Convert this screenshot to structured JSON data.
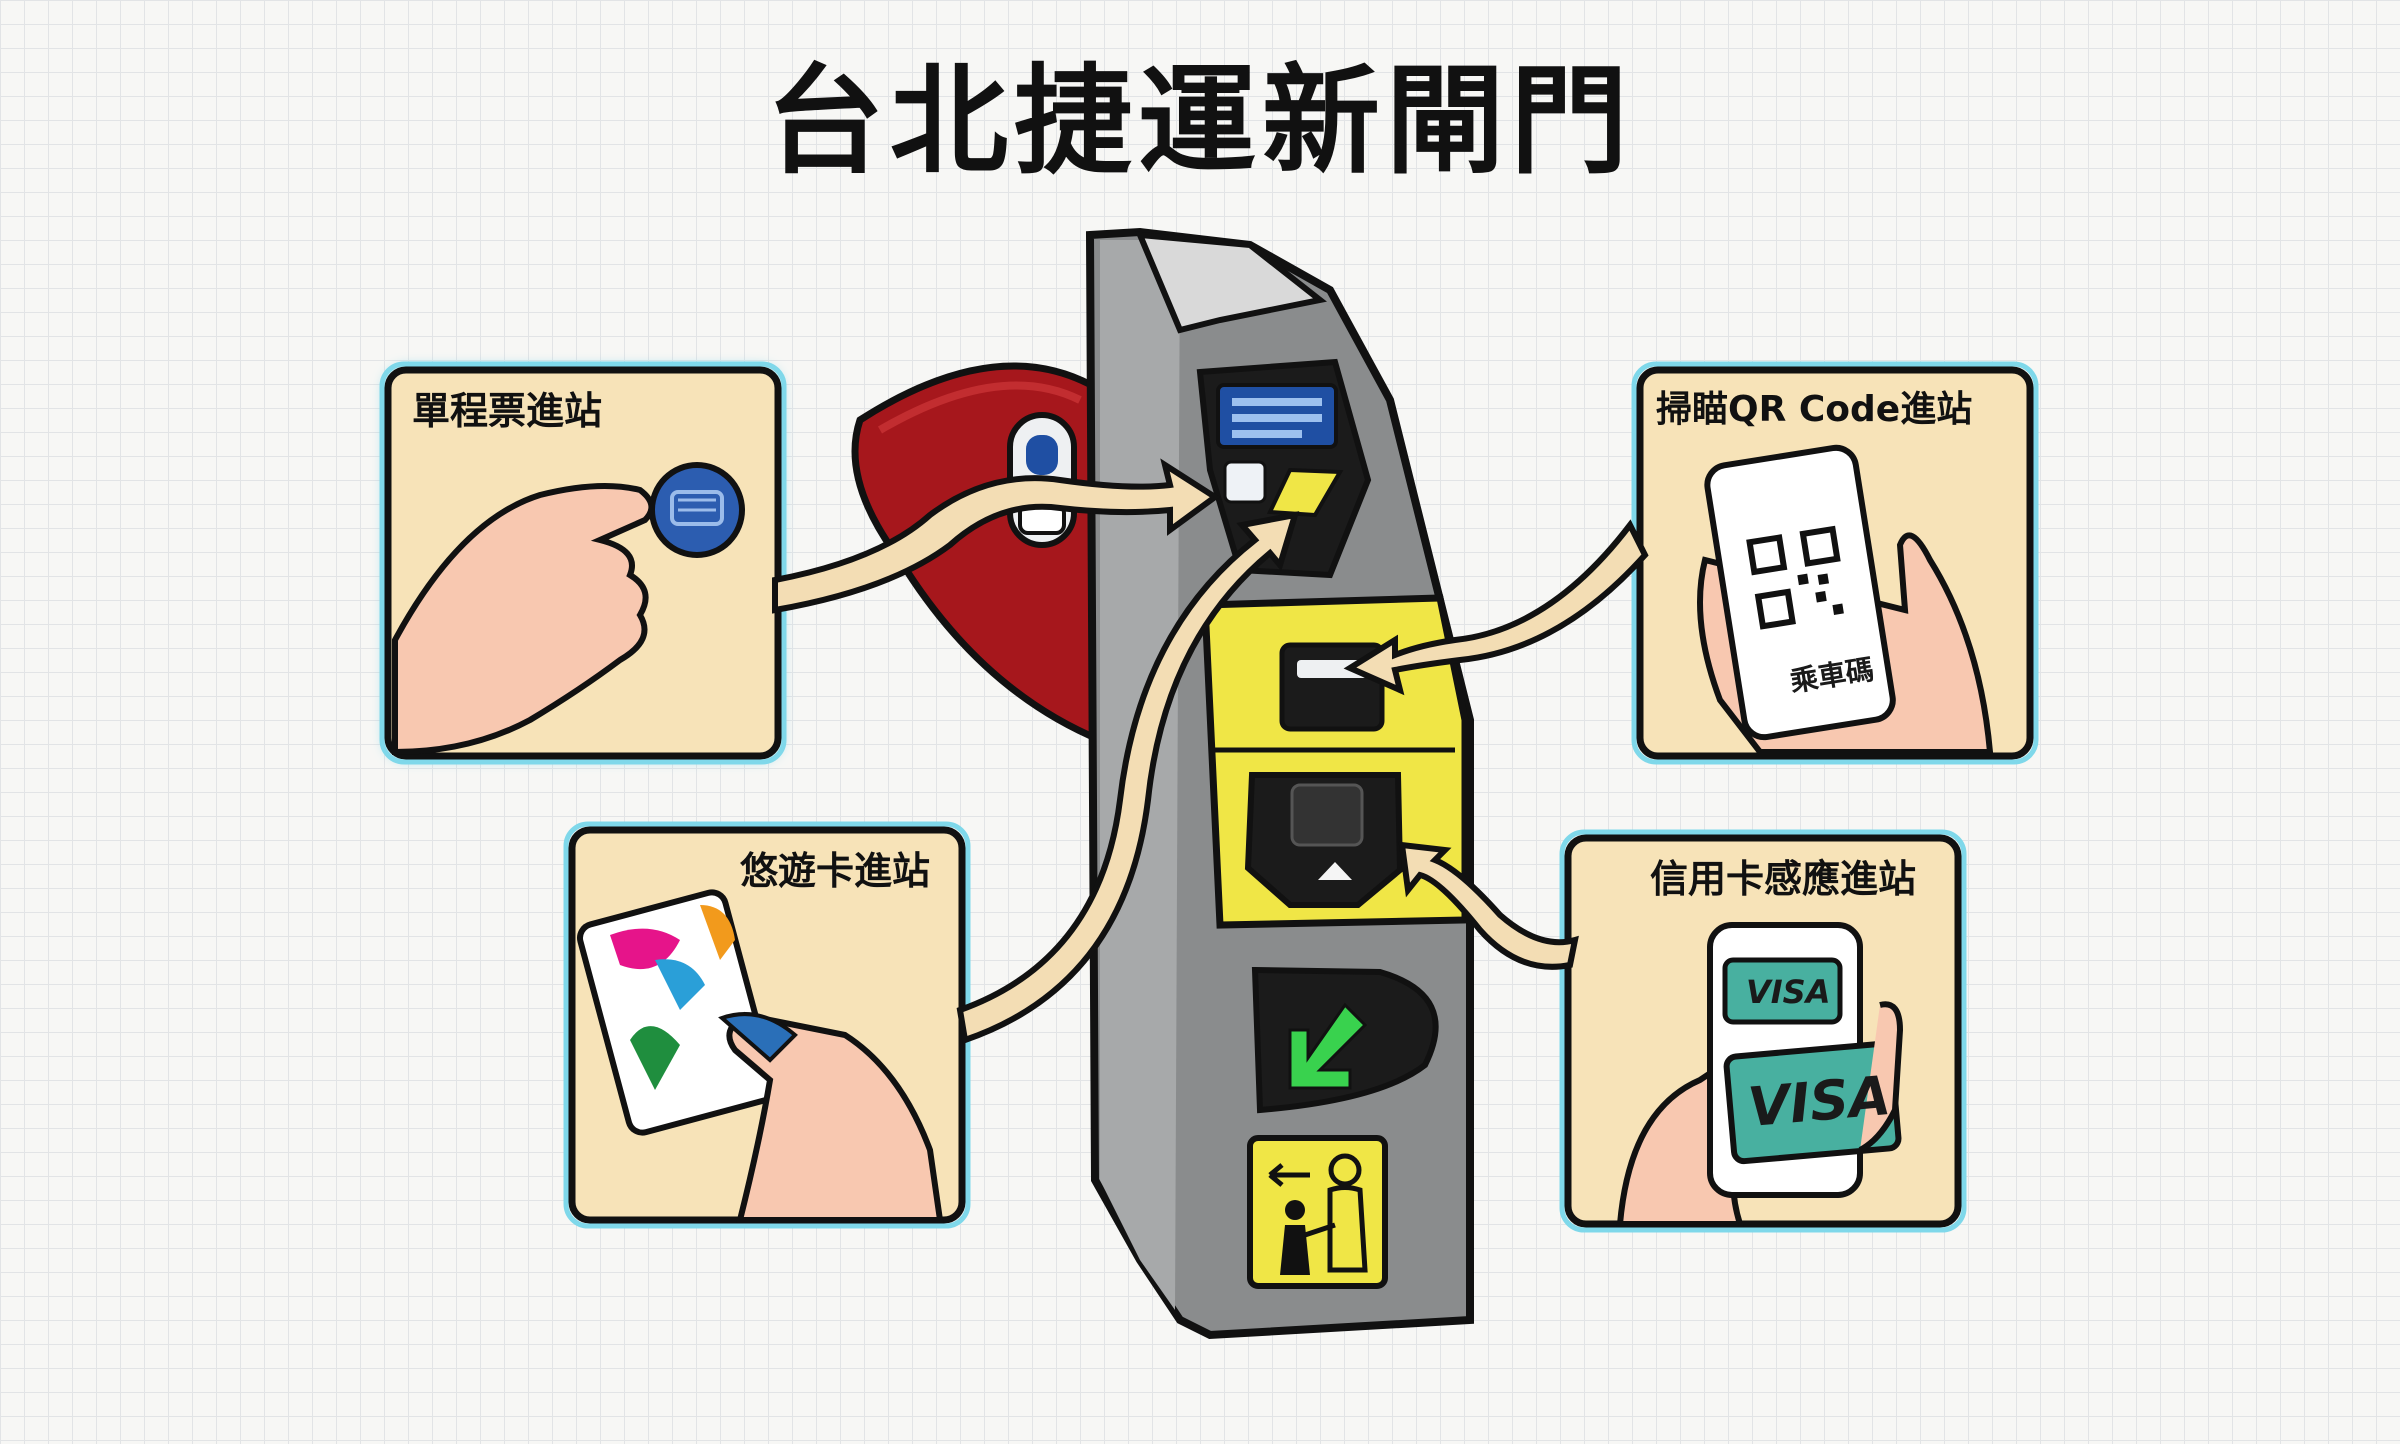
{
  "title": "台北捷運新閘門",
  "panels": {
    "single_ticket": {
      "label": "單程票進站"
    },
    "easycard": {
      "label": "悠遊卡進站"
    },
    "qr_code": {
      "label": "掃瞄QR Code進站",
      "card_text": "乘車碼"
    },
    "credit_card": {
      "label": "信用卡感應進站",
      "brand_top": "VISA",
      "brand_bottom": "VISA"
    }
  },
  "colors": {
    "panel_fill": "#f7e3b8",
    "panel_glow": "#7fd8ea",
    "gate_body": "#8a8c8d",
    "gate_yellow": "#f0e646",
    "flap_red": "#a6171c",
    "check_green": "#39d24e",
    "arrow_fill": "#f3ddb4"
  },
  "icons": [
    "token-coin-icon",
    "easycard-icon",
    "qr-code-icon",
    "visa-card-icon",
    "check-arrow-icon",
    "child-accompany-icon"
  ]
}
